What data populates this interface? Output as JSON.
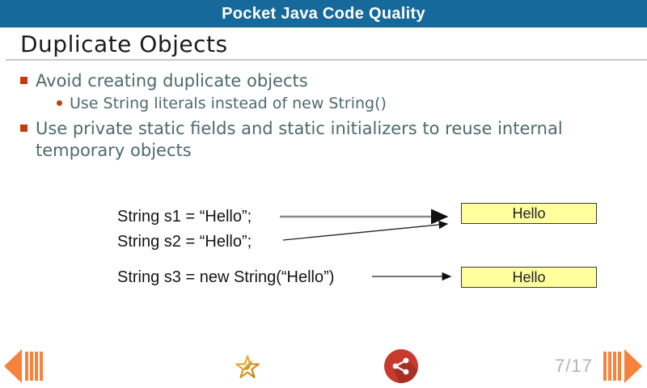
{
  "app": {
    "title": "Pocket Java Code Quality"
  },
  "slide": {
    "title": "Duplicate Objects",
    "bullets": [
      {
        "level": 1,
        "text": "Avoid creating duplicate objects"
      },
      {
        "level": 2,
        "text": "Use String literals instead of new String()"
      },
      {
        "level": 1,
        "text": "Use private static fields and static initializers to reuse internal temporary objects"
      }
    ],
    "diagram": {
      "code_lines": [
        "String s1 = “Hello”;",
        "String s2 = “Hello”;",
        "String s3 = new String(“Hello”)"
      ],
      "boxes": [
        {
          "label": "Hello"
        },
        {
          "label": "Hello"
        }
      ]
    }
  },
  "footer": {
    "page_indicator": "7/17",
    "icons": {
      "prev": "previous-arrow-icon",
      "star": "rate-star-icon",
      "share": "share-icon",
      "next": "next-arrow-icon"
    }
  },
  "colors": {
    "titlebar_bg": "#15699B",
    "titlebar_text": "#FFFFFF",
    "body_text": "#4D6A6B",
    "bullet_marker": "#C23A0D",
    "memory_box_bg": "#FFFF9E",
    "accent_orange": "#F6823C",
    "share_red": "#C93A2E",
    "share_shadow": "#A82F24",
    "star_gold": "#D99A2B",
    "page_indicator_text": "#B3B3B3",
    "divider": "#C9C9C9"
  }
}
